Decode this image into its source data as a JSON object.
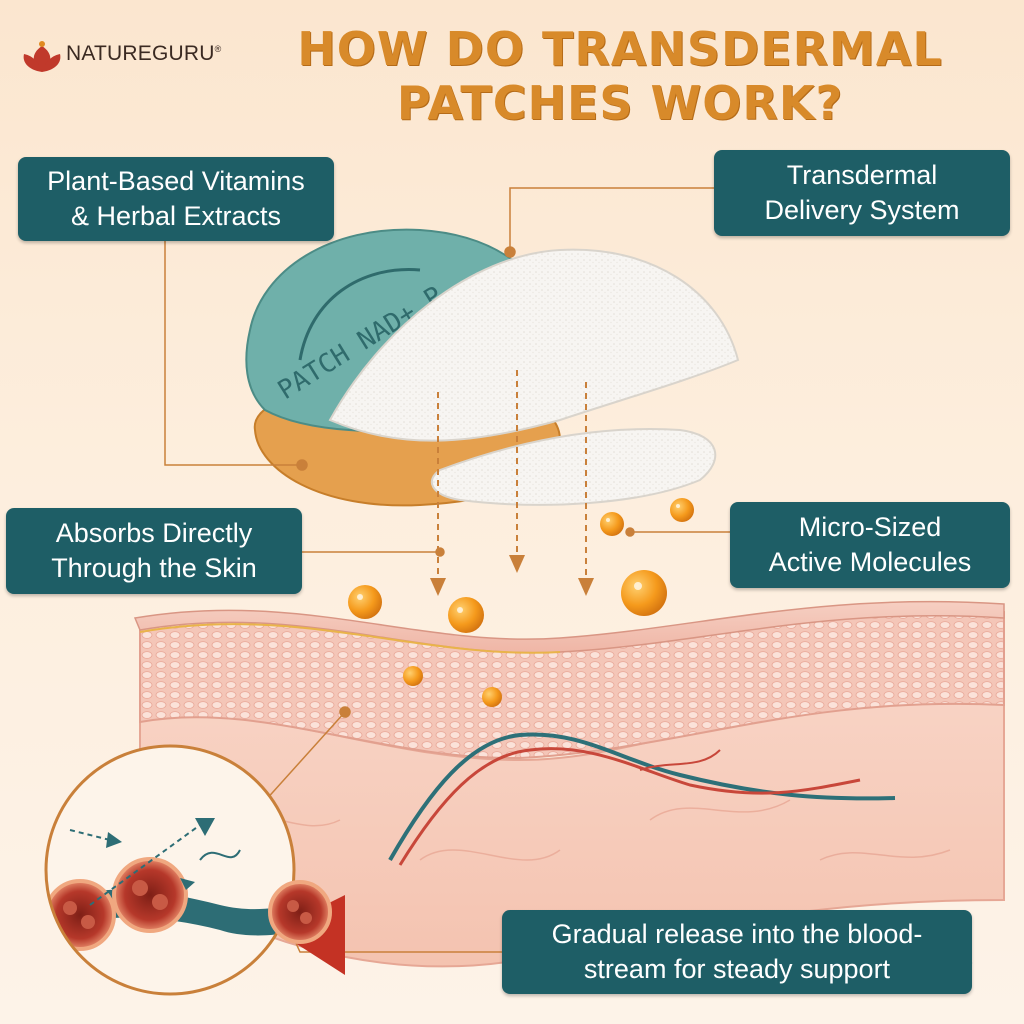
{
  "brand": {
    "name": "NATUREGURU",
    "registered": "®"
  },
  "title": {
    "line1": "HOW DO TRANSDERMAL",
    "line2": "PATCHES WORK?"
  },
  "patch": {
    "print_text": "PATCH NAD+ P"
  },
  "labels": {
    "plant": {
      "line1": "Plant-Based Vitamins",
      "line2": "& Herbal Extracts"
    },
    "delivery": {
      "line1": "Transdermal",
      "line2": "Delivery System"
    },
    "absorb": {
      "line1": "Absorbs Directly",
      "line2": "Through the Skin"
    },
    "micro": {
      "line1": "Micro-Sized",
      "line2": "Active Molecules"
    },
    "release": {
      "line1": "Gradual release into the blood-",
      "line2": "stream for steady support"
    }
  },
  "colors": {
    "label_bg": "#1e5e66",
    "title": "#d88a2a",
    "leader_line": "#c9803a",
    "patch_teal": "#6fb0aa",
    "molecule": "#f29a1e",
    "skin": "#f3c2b4"
  },
  "icons": [
    "lotus-logo-icon",
    "sparkle-icon",
    "down-arrow-icon"
  ]
}
